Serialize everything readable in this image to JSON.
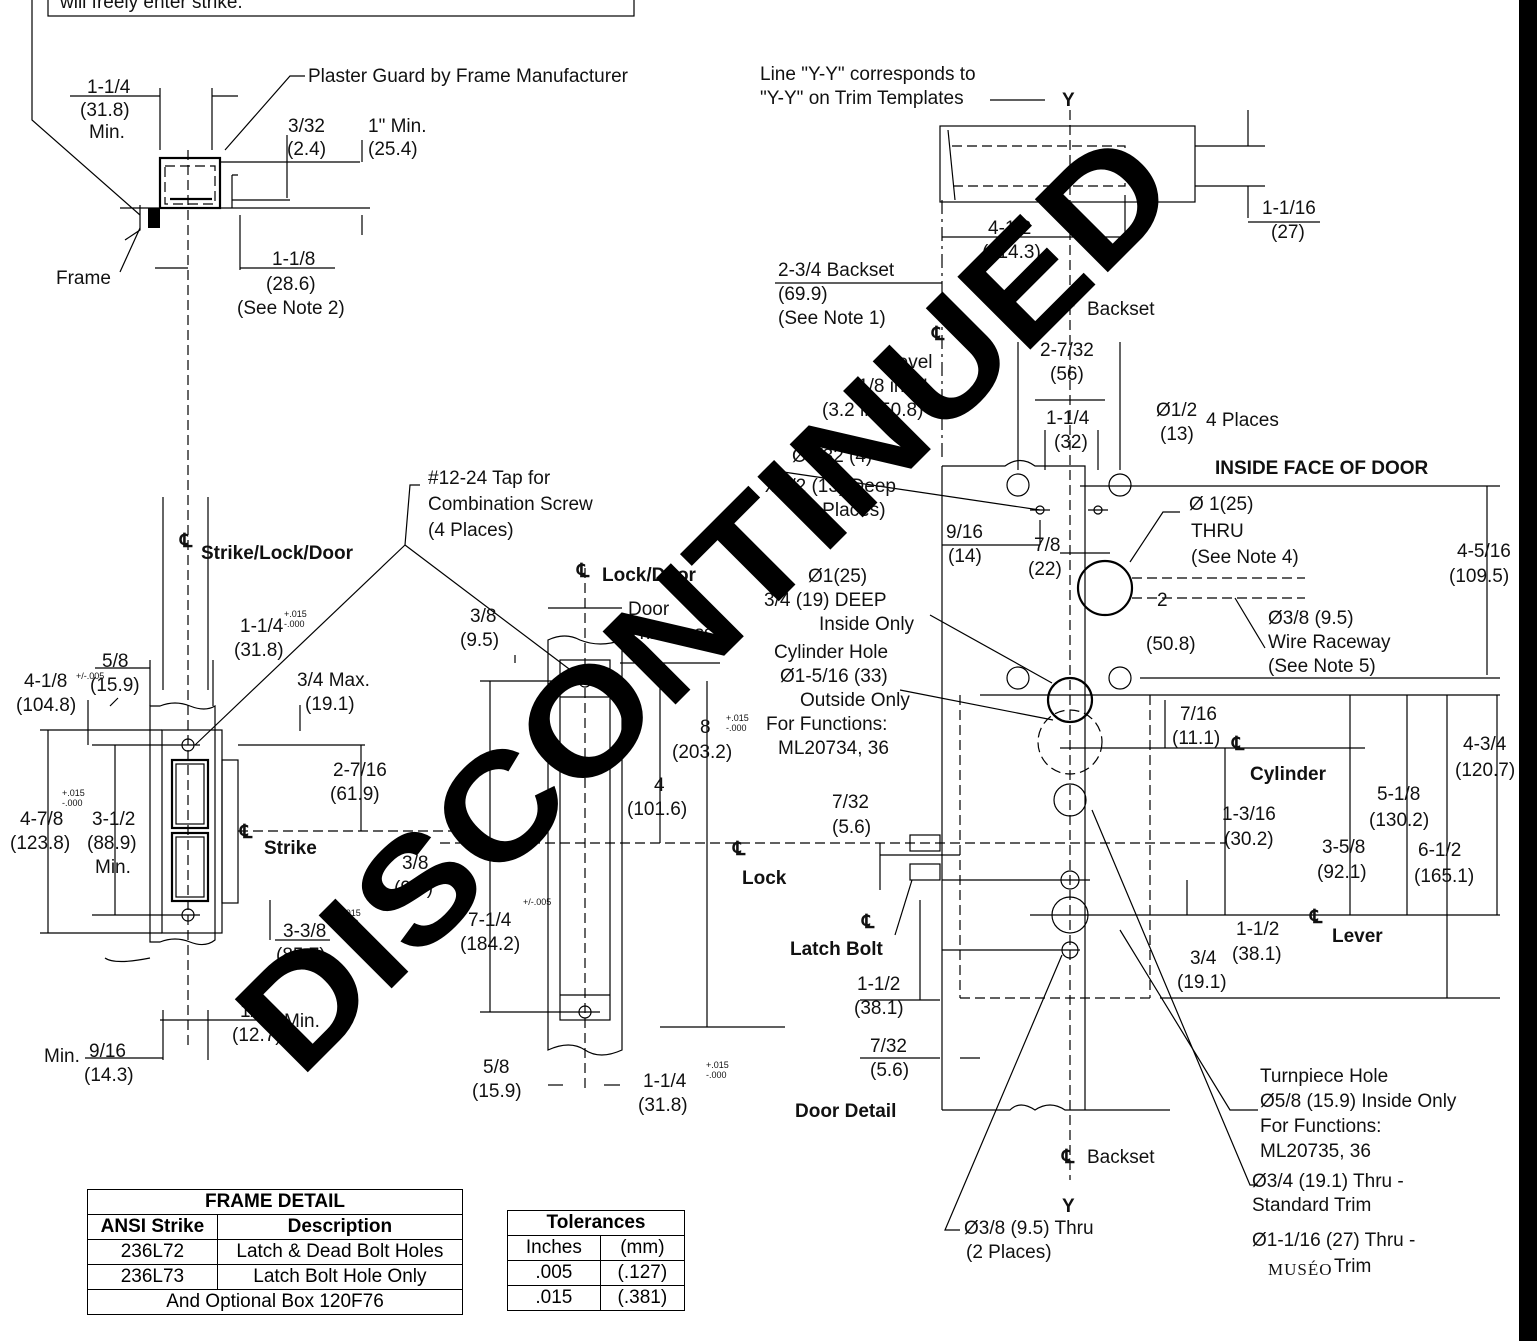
{
  "top_note": "will freely enter strike.",
  "plaster_guard": "Plaster Guard by Frame Manufacturer",
  "frame_label": "Frame",
  "dims": {
    "d1_1_4": "1-1/4",
    "d31_8": "(31.8)",
    "min": "Min.",
    "d3_32": "3/32",
    "d2_4": "(2.4)",
    "d1min": "1\" Min.",
    "d25_4": "(25.4)",
    "d1_1_8": "1-1/8",
    "d28_6": "(28.6)",
    "see2": "(See Note 2)",
    "line_yy_1": "Line \"Y-Y\" corresponds to",
    "line_yy_2": "\"Y-Y\" on Trim Templates",
    "y": "Y",
    "d4_1_2": "4-1/2",
    "d114_3": "(114.3)",
    "d1_1_16": "1-1/16",
    "d27": "(27)",
    "backset_234": "2-3/4 Backset",
    "d69_9": "(69.9)",
    "see1": "(See Note 1)",
    "cl_backset": "Backset",
    "bevel": "Bevel",
    "bevel2": "1/8 in 2\"",
    "bevel3": "(3.2 in 50.8)",
    "d2_7_32": "2-7/32",
    "d56": "(56)",
    "d1_1_4b": "1-1/4",
    "d32": "(32)",
    "dia1_2": "Ø1/2",
    "d13": "(13)",
    "four_places": "4 Places",
    "inside_face": "INSIDE FACE OF DOOR",
    "dia5_32": "Ø5/32 (4)",
    "x1_2": "x 1/2 (13) Deep",
    "two_places": "(2 Places)",
    "d9_16": "9/16",
    "d14": "(14)",
    "d7_8": "7/8",
    "d22": "(22)",
    "dia1_25": "Ø 1(25)",
    "thru": "THRU",
    "see4": "(See Note 4)",
    "d4_5_16": "4-5/16",
    "d109_5": "(109.5)",
    "tap1": "#12-24 Tap for",
    "tap2": "Combination Screw",
    "tap3": "(4 Places)",
    "cl_strike_lock_door": "Strike/Lock/Door",
    "cl_lock_door": "Lock/Door",
    "d1_1_4c": "1-1/4",
    "tol015": "+.015",
    "tol000": "-.000",
    "d31_8c": "(31.8)",
    "d5_8": "5/8",
    "d15_9": "(15.9)",
    "d3_8": "3/8",
    "d9_5": "(9.5)",
    "door": "Door",
    "thickness": "Thickness",
    "d4_1_8": "4-1/8",
    "tol005": "+/-.005",
    "d104_8": "(104.8)",
    "d3_4max": "3/4 Max.",
    "d19_1": "(19.1)",
    "dia1_25b": "Ø1(25)",
    "deep": "3/4 (19) DEEP",
    "inside_only": "Inside Only",
    "cyl1": "Cylinder Hole",
    "cyl2": "Ø1-5/16 (33)",
    "cyl3": "Outside Only",
    "cyl4": "For Functions:",
    "cyl5": "ML20734, 36",
    "d2": "2",
    "d50_8": "(50.8)",
    "race1": "Ø3/8 (9.5)",
    "race2": "Wire Raceway",
    "race3": "(See Note 5)",
    "d8": "8",
    "d203_2": "(203.2)",
    "d2_7_16": "2-7/16",
    "d61_9": "(61.9)",
    "d4_7_8": "4-7/8",
    "d123_8": "(123.8)",
    "d3_1_2": "3-1/2",
    "d88_9": "(88.9)",
    "cl_strike": "Strike",
    "d4": "4",
    "d101_6": "(101.6)",
    "d7_16": "7/16",
    "d11_1": "(11.1)",
    "cl_cylinder": "Cylinder",
    "d4_3_4": "4-3/4",
    "d120_7": "(120.7)",
    "d5_1_8": "5-1/8",
    "d130_2": "(130.2)",
    "d7_32": "7/32",
    "d5_6": "(5.6)",
    "d1_3_16": "1-3/16",
    "d30_2": "(30.2)",
    "cl_lock": "Lock",
    "d3_5_8": "3-5/8",
    "d92_1": "(92.1)",
    "d6_1_2": "6-1/2",
    "d165_1": "(165.1)",
    "d3_8b": "3/8",
    "d9_5b": "(9.5)",
    "d7_1_4": "7-1/4",
    "d184_2": "(184.2)",
    "d3_3_8": "3-3/8",
    "d85_7": "(85.7)",
    "latch_bolt": "Latch Bolt",
    "cl_lever": "Lever",
    "d1_1_2": "1-1/2",
    "d38_1": "(38.1)",
    "d3_4": "3/4",
    "d19_1b": "(19.1)",
    "d1_1_2b": "1-1/2",
    "d38_1b": "(38.1)",
    "d1_2": "1/2",
    "d12_7": "(12.7)",
    "d9_16b": "9/16",
    "d14_3": "(14.3)",
    "d5_8b": "5/8",
    "d15_9b": "(15.9)",
    "d1_1_4d": "1-1/4",
    "d31_8d": "(31.8)",
    "d7_32b": "7/32",
    "d5_6b": "(5.6)",
    "door_detail": "Door Detail",
    "turn1": "Turnpiece Hole",
    "turn2": "Ø5/8 (15.9) Inside Only",
    "turn3": "For Functions:",
    "turn4": "ML20735, 36",
    "std1": "Ø3/4 (19.1) Thru -",
    "std2": "Standard Trim",
    "mus1": "Ø1-1/16 (27) Thru -",
    "mus_logo": "MUSÉO",
    "mus2": "Trim",
    "dia3_8": "Ø3/8 (9.5) Thru",
    "two_places2": "(2 Places)",
    "cl_backset2": "Backset"
  },
  "frame_table": {
    "title": "FRAME DETAIL",
    "headers": [
      "ANSI Strike",
      "Description"
    ],
    "rows": [
      [
        "236L72",
        "Latch & Dead Bolt Holes"
      ],
      [
        "236L73",
        "Latch Bolt Hole Only"
      ]
    ],
    "footer": "And Optional Box 120F76"
  },
  "tolerance_table": {
    "title": "Tolerances",
    "headers": [
      "Inches",
      "(mm)"
    ],
    "rows": [
      [
        ".005",
        "(.127)"
      ],
      [
        ".015",
        "(.381)"
      ]
    ]
  },
  "watermark": "DISCONTINUED"
}
